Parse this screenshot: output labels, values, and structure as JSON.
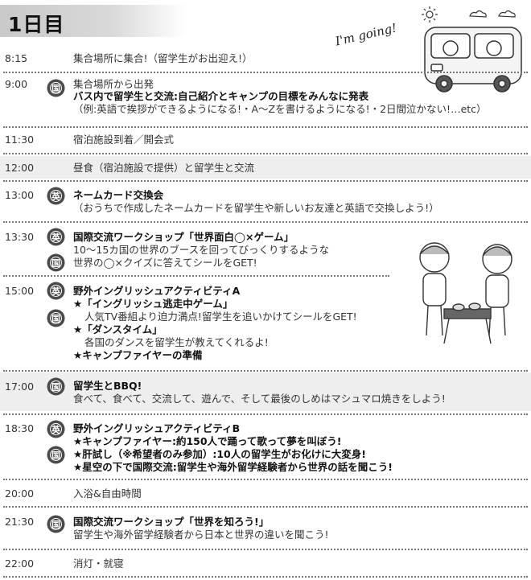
{
  "day": {
    "title": "1日目"
  },
  "handwritten": "I'm going!",
  "badges": {
    "kokusai": "国",
    "eigo": "英"
  },
  "schedule": [
    {
      "time": "8:15",
      "lines": [
        "集合場所に集合!（留学生がお出迎え!）"
      ]
    },
    {
      "time": "9:00",
      "lines": [
        "集合場所から出発",
        "バス内で留学生と交流:自己紹介とキャンプの目標をみんなに発表",
        "（例:英語で挨拶ができるようになる!・A〜Zを書けるようになる!・2日間泣かない!…etc）"
      ]
    },
    {
      "time": "11:30",
      "lines": [
        "宿泊施設到着／開会式"
      ]
    },
    {
      "time": "12:00",
      "lines": [
        "昼食（宿泊施設で提供）と留学生と交流"
      ]
    },
    {
      "time": "13:00",
      "lines": [
        "ネームカード交換会",
        "（おうちで作成したネームカードを留学生や新しいお友達と英語で交換しよう!）"
      ]
    },
    {
      "time": "13:30",
      "lines": [
        "国際交流ワークショップ「世界面白◯×ゲーム」",
        "10〜15カ国の世界のブースを回ってびっくりするような",
        "世界の◯×クイズに答えてシールをGET!"
      ]
    },
    {
      "time": "15:00",
      "lines": [
        "野外イングリッシュアクティビティA",
        "★「イングリッシュ逃走中ゲーム」",
        "人気TV番組より迫力満点!留学生を追いかけてシールをGET!",
        "★「ダンスタイム」",
        "各国のダンスを留学生が教えてくれるよ!",
        "★キャンプファイヤーの準備"
      ]
    },
    {
      "time": "17:00",
      "lines": [
        "留学生とBBQ!",
        "食べて、食べて、交流して、遊んで、そして最後のしめはマシュマロ焼きをしよう!"
      ]
    },
    {
      "time": "18:30",
      "lines": [
        "野外イングリッシュアクティビティB",
        "★キャンプファイヤー:約150人で踊って歌って夢を叫ぼう!",
        "★肝試し（※希望者のみ参加）:10人の留学生がお化けに大変身!",
        "★星空の下で国際交流:留学生や海外留学経験者から世界の話を聞こう!"
      ]
    },
    {
      "time": "20:00",
      "lines": [
        "入浴&自由時間"
      ]
    },
    {
      "time": "21:30",
      "lines": [
        "国際交流ワークショップ「世界を知ろう!」",
        "留学生や海外留学経験者から日本と世界の違いを聞こう!"
      ]
    },
    {
      "time": "22:00",
      "lines": [
        "消灯・就寝"
      ]
    }
  ]
}
